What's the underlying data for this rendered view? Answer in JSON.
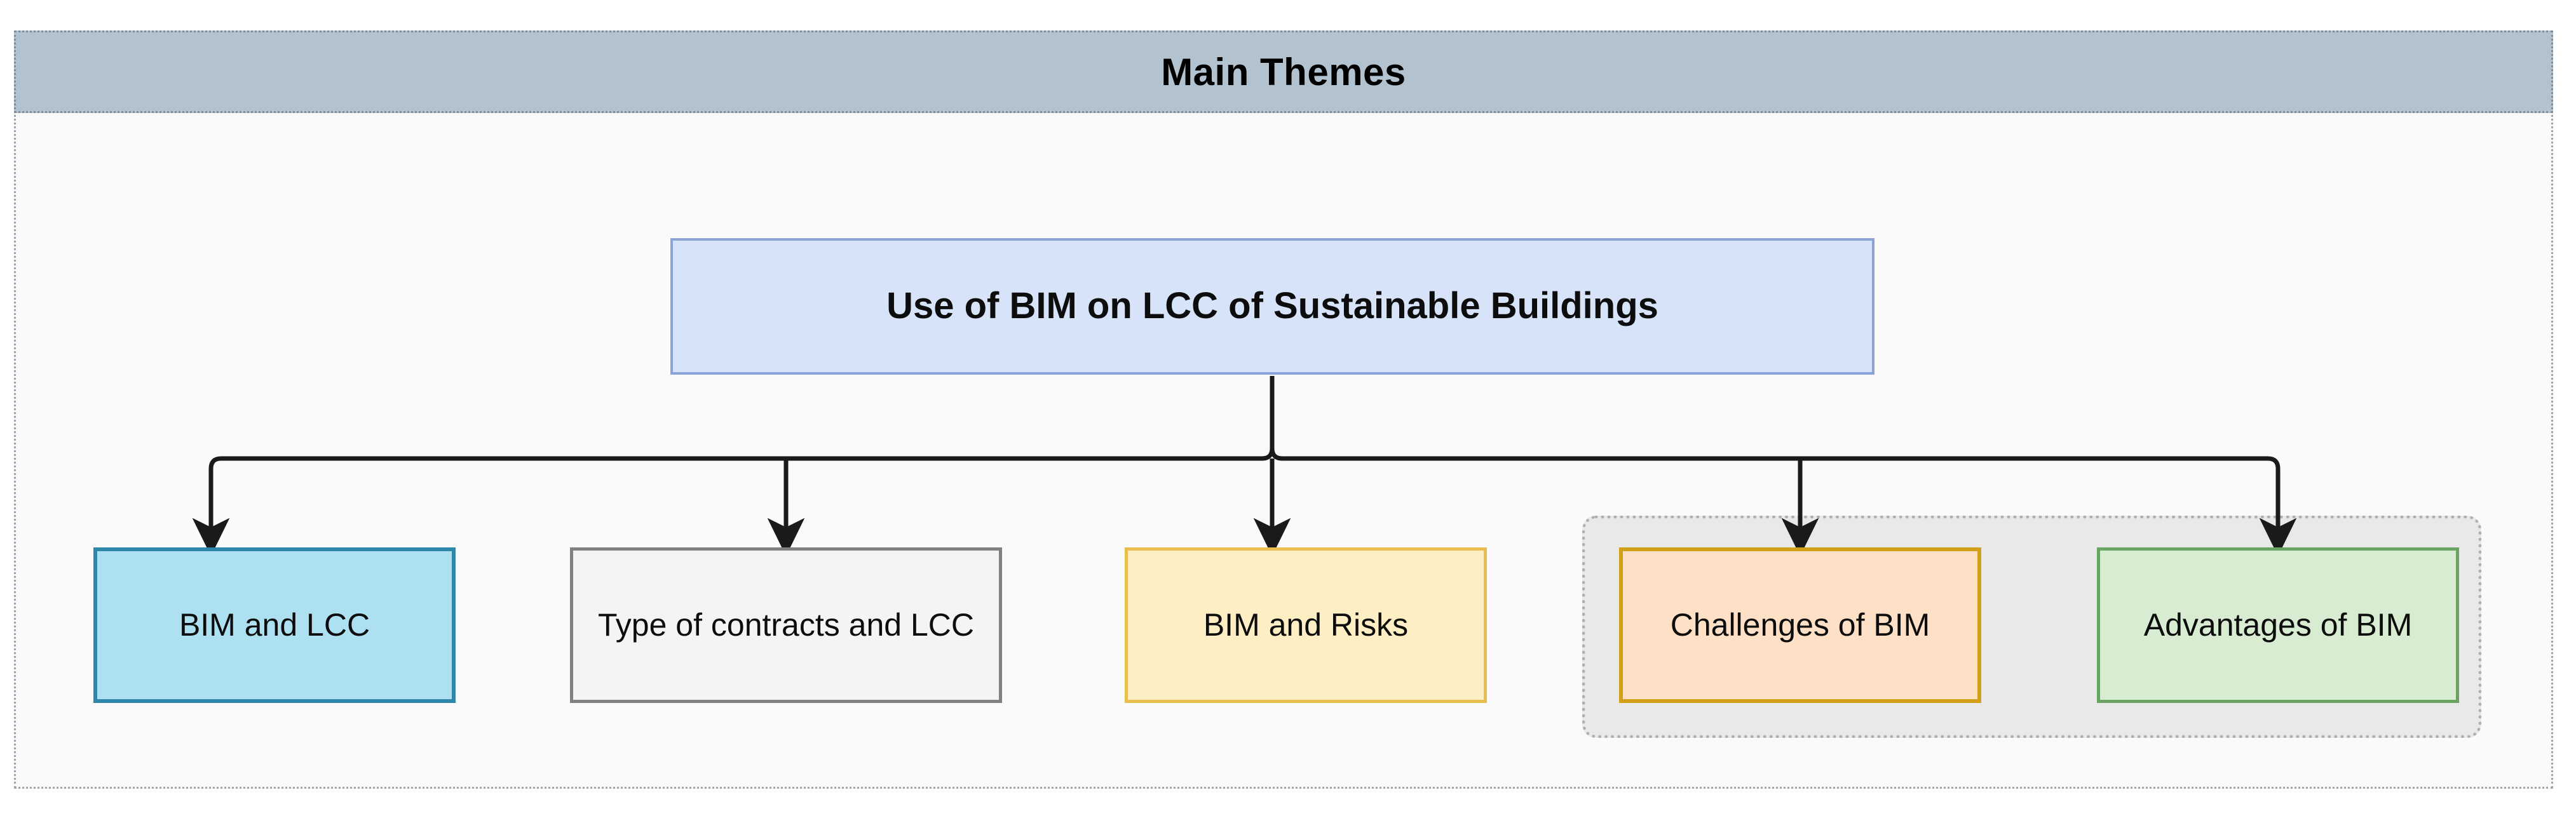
{
  "header": {
    "title": "Main Themes"
  },
  "diagram": {
    "type": "tree",
    "root": {
      "label": "Use of BIM on LCC of Sustainable Buildings",
      "fill": "#d7e3f8",
      "border": "#8aa4d8"
    },
    "group": {
      "name": "bim-group",
      "fill": "#e9e9e9",
      "border": "#b0b0b0",
      "members": [
        "Challenges of BIM",
        "Advantages of BIM"
      ]
    },
    "leaves": [
      {
        "label": "BIM and LCC",
        "fill": "#ade0f0",
        "border": "#2e86a8",
        "grouped": false
      },
      {
        "label": "Type of contracts and LCC",
        "fill": "#f4f4f4",
        "border": "#808080",
        "grouped": false
      },
      {
        "label": "BIM and Risks",
        "fill": "#fdeec3",
        "border": "#e8bf4e",
        "grouped": false
      },
      {
        "label": "Challenges of BIM",
        "fill": "#fde0c6",
        "border": "#d2a018",
        "grouped": true
      },
      {
        "label": "Advantages of BIM",
        "fill": "#fde0c6",
        "border": "#6aa463",
        "grouped": true
      }
    ],
    "frame": {
      "border": "#9aa4ae",
      "fill": "#fafafa"
    },
    "header_band": {
      "fill": "#b3c2cf",
      "border": "#7f8d99"
    },
    "connector_color": "#1a1a1a"
  }
}
